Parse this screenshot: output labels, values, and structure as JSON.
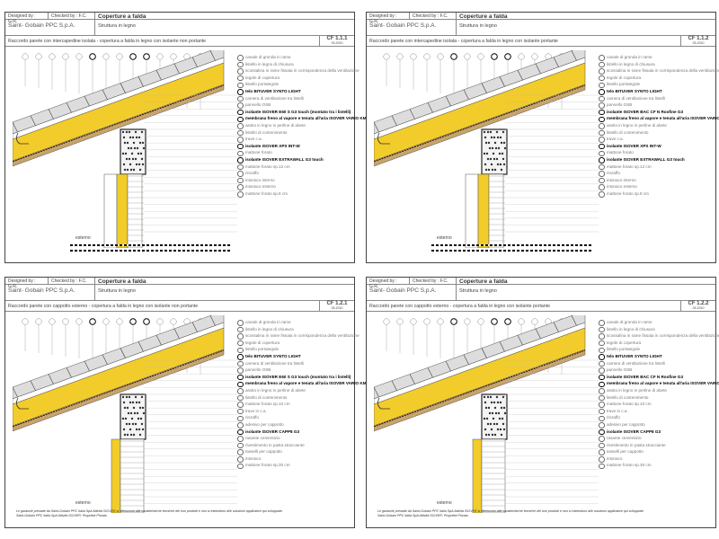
{
  "common": {
    "designed_by": "Designed by : G.R.",
    "checked_by": "Checked by : F.C.",
    "company": "Saint- Gobain PPC S.p.A.",
    "title": "Coperture a falda",
    "subtitle": "Struttura in legno",
    "wall_label": "esterno",
    "footnote_line1": "Le garanzie prestate da Saint-Gobain PPC Italia SpA Attività ISOVER si riferiscono alle caratteristiche tecniche dei loro prodotti e non si estendono alle soluzioni applicative qui sviluppate.",
    "footnote_line2": "Saint-Gobain PPC Italia SpA Attività ISOVER: Proprietà Privata"
  },
  "colors": {
    "insulation": "#f2cc2a",
    "accent": "#000000",
    "text_muted": "#777777"
  },
  "sheets": [
    {
      "code": "CF 1.1.1",
      "date": "03-2010",
      "desc": "Raccordo parete con intercapedine isolata - copertura a falda in legno con isolante non portante",
      "items": [
        {
          "t": "canale di gronda in rame",
          "em": false
        },
        {
          "t": "listello in legno di chiusura",
          "em": false
        },
        {
          "t": "scossalina in rame fissata in corrispondenza della ventilazione",
          "em": false
        },
        {
          "t": "tegole di copertura",
          "em": false
        },
        {
          "t": "listello portategole",
          "em": false
        },
        {
          "t": "telo BITUVER SYNTO LIGHT",
          "em": true
        },
        {
          "t": "camera di ventilazione tra listelli",
          "em": false
        },
        {
          "t": "pannello OSB",
          "em": false
        },
        {
          "t": "isolante ISOVER E60 S G3 touch (montato tra i listelli)",
          "em": true
        },
        {
          "t": "membrana freno al vapore e tenuta all'aria ISOVER VARIO KM Duplex UV",
          "em": true
        },
        {
          "t": "assito in legno in perline di abete",
          "em": false
        },
        {
          "t": "listello di contenimento",
          "em": false
        },
        {
          "t": "trave c.a.",
          "em": false
        },
        {
          "t": "isolante ISOVER XPS INT-W",
          "em": true
        },
        {
          "t": "mattone forato",
          "em": false
        },
        {
          "t": "isolante ISOVER EXTRAWALL G3 touch",
          "em": true
        },
        {
          "t": "mattone forato sp.12 cm",
          "em": false
        },
        {
          "t": "rinzaffo",
          "em": false
        },
        {
          "t": "intonaco interno",
          "em": false
        },
        {
          "t": "intonaco esterno",
          "em": false
        },
        {
          "t": "mattone forato sp.8 cm",
          "em": false
        }
      ]
    },
    {
      "code": "CF 1.1.2",
      "date": "03-2010",
      "desc": "Raccordo parete con intercapedine isolata - copertura a falda in legno con isolante portante",
      "items": [
        {
          "t": "canale di gronda in rame",
          "em": false
        },
        {
          "t": "listello in legno di chiusura",
          "em": false
        },
        {
          "t": "scossalina in rame fissata in corrispondenza della ventilazione",
          "em": false
        },
        {
          "t": "tegole di copertura",
          "em": false
        },
        {
          "t": "listello portategole",
          "em": false
        },
        {
          "t": "telo BITUVER SYNTO LIGHT",
          "em": true
        },
        {
          "t": "camera di ventilazione tra listelli",
          "em": false
        },
        {
          "t": "pannello OSB",
          "em": false
        },
        {
          "t": "isolante ISOVER BAC CF N Roofine G3",
          "em": true
        },
        {
          "t": "membrana freno al vapore e tenuta all'aria ISOVER VARIO KM Duplex UV",
          "em": true
        },
        {
          "t": "assito in legno in perline di abete",
          "em": false
        },
        {
          "t": "listello di contenimento",
          "em": false
        },
        {
          "t": "trave c.a.",
          "em": false
        },
        {
          "t": "isolante ISOVER XPS INT-W",
          "em": true
        },
        {
          "t": "mattone forato",
          "em": false
        },
        {
          "t": "isolante ISOVER EXTRAWALL G3 touch",
          "em": true
        },
        {
          "t": "mattone forato sp.12 cm",
          "em": false
        },
        {
          "t": "rinzaffo",
          "em": false
        },
        {
          "t": "intonaco interno",
          "em": false
        },
        {
          "t": "intonaco esterno",
          "em": false
        },
        {
          "t": "mattone forato sp.8 cm",
          "em": false
        }
      ]
    },
    {
      "code": "CF 1.2.1",
      "date": "03-2010",
      "desc": "Raccordo parete con cappotto esterno - copertura a falda in legno con isolante non portante",
      "items": [
        {
          "t": "canale di gronda in rame",
          "em": false
        },
        {
          "t": "listello in legno di chiusura",
          "em": false
        },
        {
          "t": "scossalina in rame fissata in corrispondenza della ventilazione",
          "em": false
        },
        {
          "t": "tegole di copertura",
          "em": false
        },
        {
          "t": "listello portategole",
          "em": false
        },
        {
          "t": "telo BITUVER SYNTO LIGHT",
          "em": true
        },
        {
          "t": "camera di ventilazione tra listelli",
          "em": false
        },
        {
          "t": "pannello OSB",
          "em": false
        },
        {
          "t": "isolante ISOVER E60 S G3 touch (montato tra i listelli)",
          "em": true
        },
        {
          "t": "membrana freno al vapore e tenuta all'aria ISOVER VARIO KM Duplex UV",
          "em": true
        },
        {
          "t": "assito in legno in perline di abete",
          "em": false
        },
        {
          "t": "listello di contenimento",
          "em": false
        },
        {
          "t": "mattone forato sp.10 cm",
          "em": false
        },
        {
          "t": "trave in c.a.",
          "em": false
        },
        {
          "t": "rinzaffo",
          "em": false
        },
        {
          "t": "adesivo per cappotto",
          "em": false
        },
        {
          "t": "isolante ISOVER CAPP8 G3",
          "em": true
        },
        {
          "t": "rasante cementizio",
          "em": false
        },
        {
          "t": "rivestimento in pasta stracciante",
          "em": false
        },
        {
          "t": "tasselli per cappotto",
          "em": false
        },
        {
          "t": "intonaco",
          "em": false
        },
        {
          "t": "mattone forato sp.30 cm",
          "em": false
        }
      ]
    },
    {
      "code": "CF 1.2.2",
      "date": "03-2010",
      "desc": "Raccordo parete con cappotto esterno - copertura a falda in legno con isolante portante",
      "items": [
        {
          "t": "canale di gronda in rame",
          "em": false
        },
        {
          "t": "listello in legno di chiusura",
          "em": false
        },
        {
          "t": "scossalina in rame fissata in corrispondenza della ventilazione",
          "em": false
        },
        {
          "t": "tegole di copertura",
          "em": false
        },
        {
          "t": "listello portategole",
          "em": false
        },
        {
          "t": "telo BITUVER SYNTO LIGHT",
          "em": true
        },
        {
          "t": "camera di ventilazione tra listelli",
          "em": false
        },
        {
          "t": "pannello OSB",
          "em": false
        },
        {
          "t": "isolante ISOVER BAC CF N Roofine G3",
          "em": true
        },
        {
          "t": "membrana freno al vapore e tenuta all'aria ISOVER VARIO KM Duplex UV",
          "em": true
        },
        {
          "t": "assito in legno in perline di abete",
          "em": false
        },
        {
          "t": "listello di contenimento",
          "em": false
        },
        {
          "t": "mattone forato sp.10 cm",
          "em": false
        },
        {
          "t": "trave in c.a.",
          "em": false
        },
        {
          "t": "rinzaffo",
          "em": false
        },
        {
          "t": "adesivo per cappotto",
          "em": false
        },
        {
          "t": "isolante ISOVER CAPP8 G3",
          "em": true
        },
        {
          "t": "rasante cementizio",
          "em": false
        },
        {
          "t": "rivestimento in pasta stracciante",
          "em": false
        },
        {
          "t": "tasselli per cappotto",
          "em": false
        },
        {
          "t": "intonaco",
          "em": false
        },
        {
          "t": "mattone forato sp.30 cm",
          "em": false
        }
      ]
    }
  ]
}
